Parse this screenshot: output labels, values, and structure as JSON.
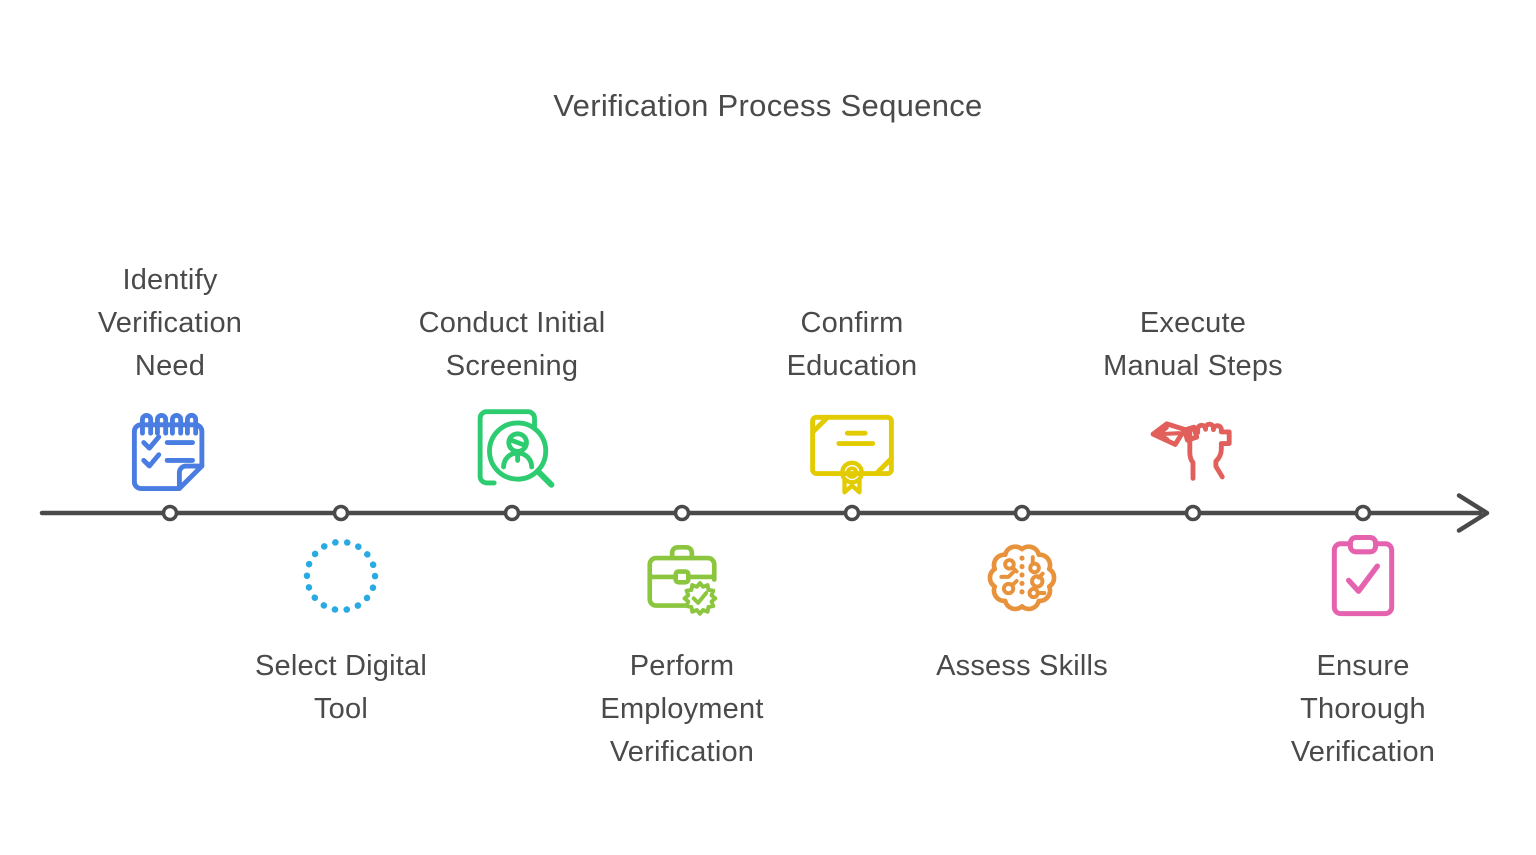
{
  "title": "Verification Process Sequence",
  "colors": {
    "background": "#ffffff",
    "text": "#4a4a4a",
    "timeline": "#4a4a4a",
    "node_fill": "#ffffff"
  },
  "steps": [
    {
      "label": "Identify\nVerification\nNeed",
      "icon": "notepad-checklist-icon",
      "color": "#4a7de2",
      "position": "above"
    },
    {
      "label": "Select Digital\nTool",
      "icon": "dotted-circle-icon",
      "color": "#29abe2",
      "position": "below"
    },
    {
      "label": "Conduct Initial\nScreening",
      "icon": "candidate-screening-icon",
      "color": "#2ecc71",
      "position": "above"
    },
    {
      "label": "Perform\nEmployment\nVerification",
      "icon": "briefcase-verified-icon",
      "color": "#8cc63f",
      "position": "below"
    },
    {
      "label": "Confirm\nEducation",
      "icon": "certificate-icon",
      "color": "#e2cb00",
      "position": "above"
    },
    {
      "label": "Assess Skills",
      "icon": "brain-circuit-icon",
      "color": "#e8923c",
      "position": "below"
    },
    {
      "label": "Execute\nManual Steps",
      "icon": "hand-dart-icon",
      "color": "#e2605c",
      "position": "above"
    },
    {
      "label": "Ensure\nThorough\nVerification",
      "icon": "clipboard-check-icon",
      "color": "#e563ae",
      "position": "below"
    }
  ]
}
